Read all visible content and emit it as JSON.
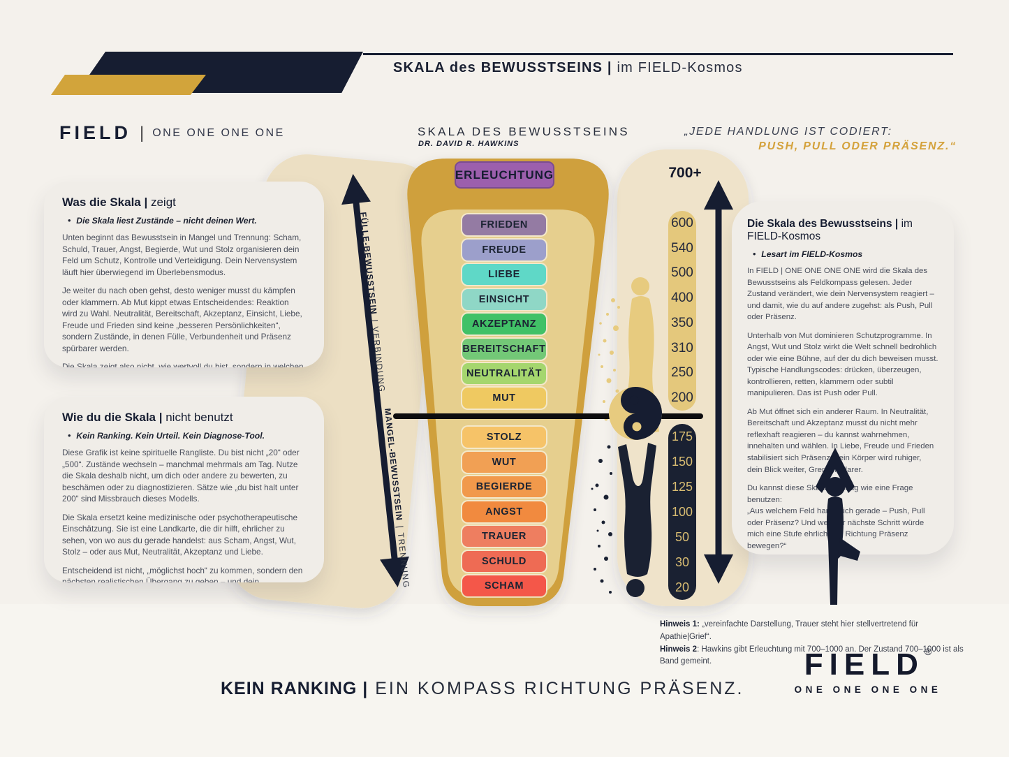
{
  "misc": {
    "bullet": "•"
  },
  "header": {
    "title_bold": "SKALA des BEWUSSTSEINS |",
    "title_rest": " im FIELD-Kosmos"
  },
  "brand_top": {
    "name": "FIELD",
    "divider": "|",
    "suffix": "ONE ONE ONE ONE"
  },
  "diagram": {
    "heading": "SKALA DES BEWUSSTSEINS",
    "subheading": "DR. DAVID R. HAWKINS",
    "quote_line1": "„JEDE HANDLUNG IST CODIERT:",
    "quote_line2": "PUSH, PULL ODER PRÄSENZ.“",
    "top_level": {
      "label": "ERLEUCHTUNG",
      "color": "#9c5fad"
    },
    "upper_levels": [
      {
        "label": "FRIEDEN",
        "color": "#947ba3"
      },
      {
        "label": "FREUDE",
        "color": "#9c9fcb"
      },
      {
        "label": "LIEBE",
        "color": "#5fd8c7"
      },
      {
        "label": "EINSICHT",
        "color": "#8fd7c6"
      },
      {
        "label": "AKZEPTANZ",
        "color": "#41c167"
      },
      {
        "label": "BEREITSCHAFT",
        "color": "#73c877"
      },
      {
        "label": "NEUTRALITÄT",
        "color": "#a5d66e"
      },
      {
        "label": "MUT",
        "color": "#efc961"
      }
    ],
    "lower_levels": [
      {
        "label": "STOLZ",
        "color": "#f6c368"
      },
      {
        "label": "WUT",
        "color": "#f1a054"
      },
      {
        "label": "BEGIERDE",
        "color": "#f1994b"
      },
      {
        "label": "ANGST",
        "color": "#f18a3f"
      },
      {
        "label": "TRAUER",
        "color": "#ee7e60"
      },
      {
        "label": "SCHULD",
        "color": "#ee6b54"
      },
      {
        "label": "SCHAM",
        "color": "#f45749"
      }
    ],
    "axis_divider": "|",
    "axis_upper_bold": "FÜLLE-BEWUSSTSEIN",
    "axis_upper_rest": "VERBINDUNG",
    "axis_lower_bold": "MANGEL-BEWUSSTSEIN",
    "axis_lower_rest": "TRENNUNG",
    "scale_top": "700+",
    "scale_gold": [
      "600",
      "540",
      "500",
      "400",
      "350",
      "310",
      "250",
      "200"
    ],
    "scale_dark": [
      "175",
      "150",
      "125",
      "100",
      "50",
      "30",
      "20"
    ]
  },
  "cards": {
    "what": {
      "title_bold": "Was die Skala |",
      "title_rest": " zeigt",
      "bullet": "Die Skala liest Zustände – nicht deinen Wert.",
      "p1": "Unten beginnt das Bewusstsein in Mangel und Trennung: Scham, Schuld, Trauer, Angst, Begierde, Wut und Stolz organisieren dein Feld um Schutz, Kontrolle und Verteidigung. Dein Nervensystem läuft hier überwiegend im Überlebensmodus.",
      "p2": "Je weiter du nach oben gehst, desto weniger musst du kämpfen oder klammern. Ab Mut kippt etwas Entscheidendes: Reaktion wird zu Wahl. Neutralität, Bereitschaft, Akzeptanz, Einsicht, Liebe, Freude und Frieden sind keine „besseren Persönlichkeiten“, sondern Zustände, in denen Fülle, Verbundenheit und Präsenz spürbarer werden.",
      "p3": "Die Skala zeigt also nicht, wie wertvoll du bist, sondern in welchen Bewusstseinsfeldern du dich im Moment hauptsächlich bewegst – und in welche Richtung dein nächster ehrlicher Schritt führen könnte."
    },
    "how_not": {
      "title_bold": "Wie du die Skala |",
      "title_rest": " nicht benutzt",
      "bullet": "Kein Ranking. Kein Urteil. Kein Diagnose-Tool.",
      "p1": "Diese Grafik ist keine spirituelle Rangliste. Du bist nicht „20“ oder „500“. Zustände wechseln – manchmal mehrmals am Tag. Nutze die Skala deshalb nicht, um dich oder andere zu bewerten, zu beschämen oder zu diagnostizieren. Sätze wie „du bist halt unter 200“ sind Missbrauch dieses Modells.",
      "p2": "Die Skala ersetzt keine medizinische oder psychotherapeutische Einschätzung. Sie ist eine Landkarte, die dir hilft, ehrlicher zu sehen, von wo aus du gerade handelst: aus Scham, Angst, Wut, Stolz – oder aus Mut, Neutralität, Akzeptanz und Liebe.",
      "p3": "Entscheidend ist nicht, „möglichst hoch“ zu kommen, sondern den nächsten realistischen Übergang zu gehen – und dein Nervensystem auf diesem Weg mitzunehmen."
    },
    "field_reading": {
      "title_bold": "Die Skala des Bewusstseins |",
      "title_rest": " im FIELD-Kosmos",
      "bullet": "Lesart im FIELD-Kosmos",
      "p1": "In FIELD | ONE ONE ONE ONE wird die Skala des Bewusstseins als Feldkompass gelesen. Jeder Zustand verändert, wie dein Nervensystem reagiert – und damit, wie du auf andere zugehst: als Push, Pull oder Präsenz.",
      "p2": "Unterhalb von Mut dominieren Schutzprogramme. In Angst, Wut und Stolz wirkt die Welt schnell bedrohlich oder wie eine Bühne, auf der du dich beweisen musst. Typische Handlungscodes: drücken, überzeugen, kontrollieren, retten, klammern oder subtil manipulieren. Das ist Push oder Pull.",
      "p3": "Ab Mut öffnet sich ein anderer Raum. In Neutralität, Bereitschaft und Akzeptanz musst du nicht mehr reflexhaft reagieren – du kannst wahrnehmen, innehalten und wählen. In Liebe, Freude und Frieden stabilisiert sich Präsenz: dein Körper wird ruhiger, dein Blick weiter, Grenzen klarer.",
      "p4": "Du kannst diese Skala im Alltag wie eine Frage benutzen:\n„Aus welchem Feld handle ich gerade – Push, Pull oder Präsenz? Und welcher nächste Schritt würde mich eine Stufe ehrlicher in Richtung Präsenz bewegen?“"
    }
  },
  "notes": {
    "n1_bold": "Hinweis 1:",
    "n1_text": " „vereinfachte Darstellung, Trauer steht hier stellvertretend für Apathie|Grief“.",
    "n2_bold": "Hinweis 2",
    "n2_text": ": Hawkins gibt Erleuchtung mit 700–1000 an. Der Zustand 700–1000 ist als Band gemeint."
  },
  "footer": {
    "tag_bold": "KEIN RANKING |",
    "tag_rest": " EIN KOMPASS RICHTUNG PRÄSENZ.",
    "logo": "FIELD",
    "logo_reg": "®",
    "logo_sub": "ONE ONE ONE ONE"
  },
  "colors": {
    "navy": "#161d31",
    "gold": "#d2a43b",
    "funnel_outer": "#cfa03c",
    "funnel_inner": "#e6cf8e",
    "beige_column": "#ecdfc3",
    "background": "#f4f1ec"
  }
}
